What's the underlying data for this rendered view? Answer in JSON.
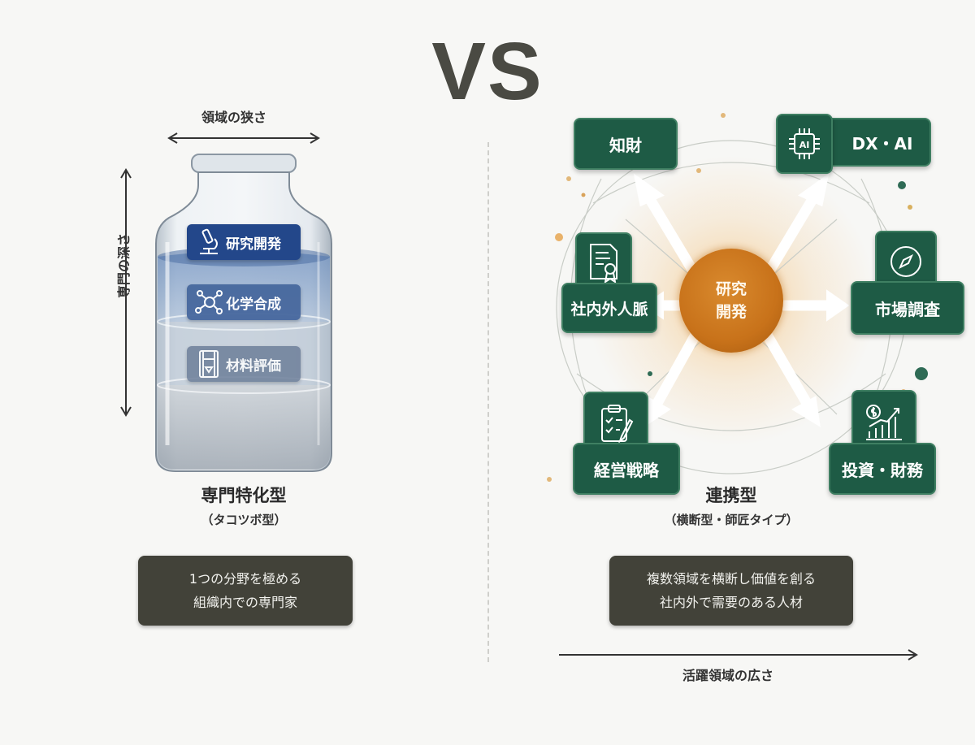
{
  "title": "VS",
  "left": {
    "width_label": "領域の狭さ",
    "depth_label": "専門の深さ",
    "jar_layers": [
      {
        "label": "研究開発",
        "icon": "microscope-icon"
      },
      {
        "label": "化学合成",
        "icon": "molecule-icon"
      },
      {
        "label": "材料評価",
        "icon": "testing-machine-icon"
      }
    ],
    "type_title": "専門特化型",
    "type_subtitle": "（タコツボ型）",
    "description_line1": "1つの分野を極める",
    "description_line2": "組織内での専門家"
  },
  "right": {
    "center": {
      "line1": "研究",
      "line2": "開発"
    },
    "nodes": {
      "ip": {
        "label": "知財"
      },
      "dx_ai": {
        "label": "DX・AI",
        "icon": "ai-chip-icon",
        "icon_text": "AI"
      },
      "network": {
        "label": "社内外人脈",
        "icon": "certificate-icon"
      },
      "market": {
        "label": "市場調査",
        "icon": "compass-icon"
      },
      "strategy": {
        "label": "経営戦略",
        "icon": "clipboard-icon"
      },
      "finance": {
        "label": "投資・財務",
        "icon": "growth-chart-icon"
      }
    },
    "type_title": "連携型",
    "type_subtitle": "（横断型・師匠タイプ）",
    "description_line1": "複数領域を横断し価値を創る",
    "description_line2": "社内外で需要のある人材",
    "breadth_label": "活躍領域の広さ"
  },
  "colors": {
    "node_green": "#1e5b45",
    "center_orange": "#c8721a",
    "jar_label_blue": "#23478a",
    "desc_box": "#424239"
  }
}
